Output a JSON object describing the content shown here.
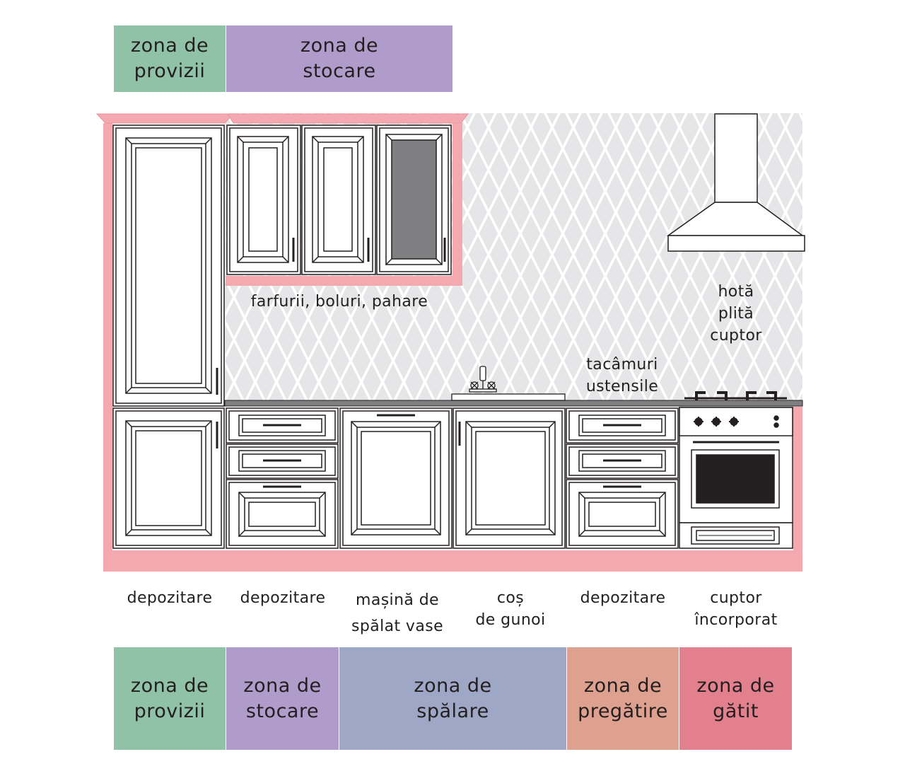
{
  "colors": {
    "provizii": "#8fc2a6",
    "stocare": "#b09ccb",
    "spalare": "#9ea8c6",
    "pregatire": "#dea08f",
    "gatit": "#e2818d",
    "frame": "#f4a9b0",
    "tile_bg": "#e8e8ea"
  },
  "top_zones": [
    {
      "line1": "zona de",
      "line2": "provizii"
    },
    {
      "line1": "zona de",
      "line2": "stocare"
    }
  ],
  "wall_labels": {
    "upper_cabinets": "farfurii, boluri, pahare",
    "hood": [
      "hotă",
      "plită",
      "cuptor"
    ],
    "prep": [
      "tacâmuri",
      "ustensile"
    ]
  },
  "base_labels": [
    {
      "line1": "depozitare",
      "line2": ""
    },
    {
      "line1": "depozitare",
      "line2": ""
    },
    {
      "line1": "mașină de",
      "line2": "spălat vase"
    },
    {
      "line1": "coș",
      "line2": "de gunoi"
    },
    {
      "line1": "depozitare",
      "line2": ""
    },
    {
      "line1": "cuptor",
      "line2": "încorporat"
    }
  ],
  "bottom_zones": [
    {
      "line1": "zona de",
      "line2": "provizii"
    },
    {
      "line1": "zona de",
      "line2": "stocare"
    },
    {
      "line1": "zona de",
      "line2": "spălare"
    },
    {
      "line1": "zona de",
      "line2": "pregătire"
    },
    {
      "line1": "zona de",
      "line2": "gătit"
    }
  ]
}
